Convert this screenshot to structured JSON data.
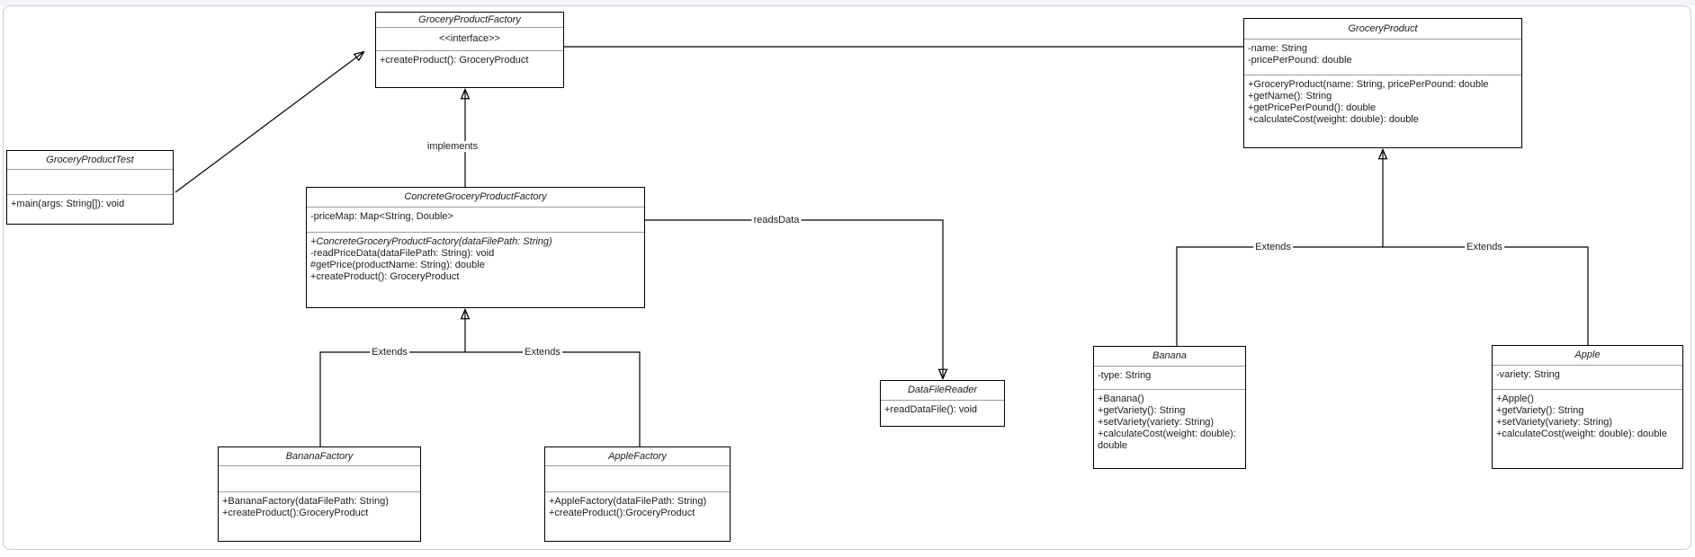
{
  "colors": {
    "background": "#ffffff",
    "frame_border": "#c9cdd4",
    "top_strip": "#f1f3f8",
    "box_border": "#000000",
    "divider": "#9e9e9e",
    "line": "#000000"
  },
  "classes": {
    "factory_interface": {
      "title": "GroceryProductFactory",
      "stereotype": "<<interface>>",
      "methods": [
        "+createProduct(): GroceryProduct"
      ]
    },
    "test": {
      "title": "GroceryProductTest",
      "methods": [
        "+main(args: String[]): void"
      ]
    },
    "concrete_factory": {
      "title": "ConcreteGroceryProductFactory",
      "attributes": [
        "-priceMap: Map<String, Double>"
      ],
      "methods": [
        "+ConcreteGroceryProductFactory(dataFilePath: String)",
        "-readPriceData(dataFilePath: String): void",
        "#getPrice(productName: String): double",
        "+createProduct(): GroceryProduct"
      ]
    },
    "product": {
      "title": "GroceryProduct",
      "attributes": [
        "-name: String",
        "-pricePerPound: double"
      ],
      "methods": [
        "+GroceryProduct(name: String, pricePerPound: double",
        "+getName(): String",
        "+getPricePerPound(): double",
        "+calculateCost(weight: double): double"
      ]
    },
    "data_file_reader": {
      "title": "DataFileReader",
      "methods": [
        "+readDataFile(): void"
      ]
    },
    "banana_factory": {
      "title": "BananaFactory",
      "methods": [
        "+BananaFactory(dataFilePath: String)",
        "+createProduct():GroceryProduct"
      ]
    },
    "apple_factory": {
      "title": "AppleFactory",
      "methods": [
        "+AppleFactory(dataFilePath: String)",
        "+createProduct():GroceryProduct"
      ]
    },
    "banana": {
      "title": "Banana",
      "attributes": [
        "-type: String"
      ],
      "methods": [
        "+Banana()",
        "+getVariety(): String",
        "+setVariety(variety: String)",
        "+calculateCost(weight: double): double"
      ]
    },
    "apple": {
      "title": "Apple",
      "attributes": [
        "-variety: String"
      ],
      "methods": [
        "+Apple()",
        "+getVariety(): String",
        "+setVariety(variety: String)",
        "+calculateCost(weight: double): double"
      ]
    }
  },
  "edge_labels": {
    "implements": "implements",
    "reads_data": "readsData",
    "extends_banana_factory": "Extends",
    "extends_apple_factory": "Extends",
    "extends_banana": "Extends",
    "extends_apple": "Extends"
  }
}
